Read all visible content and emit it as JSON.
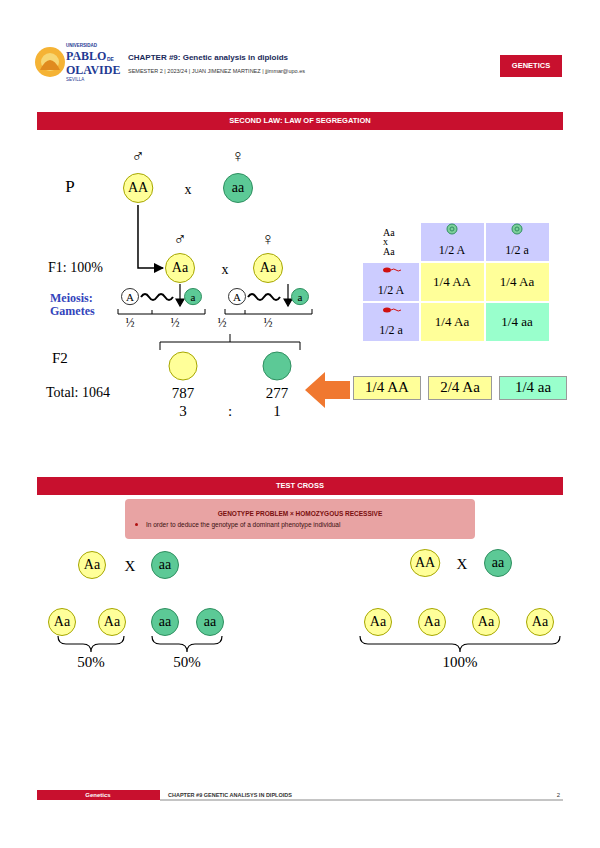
{
  "diagram": {
    "nodes": [
      {
        "text": [
          "GENETICS"
        ]
      },
      {
        "text": [
          "SECOND LAW: LAW OF SEGREGATION"
        ]
      },
      {
        "text": [
          "AA"
        ]
      },
      {
        "text": [
          "aa"
        ]
      },
      {
        "text": [
          "Aa"
        ]
      },
      {
        "text": [
          "Aa"
        ]
      },
      {
        "text": [
          "A"
        ]
      },
      {
        "text": [
          "a"
        ]
      },
      {
        "text": [
          "A"
        ]
      },
      {
        "text": [
          "a"
        ]
      },
      {
        "text": [
          "Aa x Aa"
        ]
      },
      {
        "text": [
          "1/2 A"
        ]
      },
      {
        "text": [
          "1/2 a"
        ]
      },
      {
        "text": [
          "1/2 A"
        ]
      },
      {
        "text": [
          "1/4 AA"
        ]
      },
      {
        "text": [
          "1/4 Aa"
        ]
      },
      {
        "text": [
          "1/2 a"
        ]
      },
      {
        "text": [
          "1/4 Aa"
        ]
      },
      {
        "text": [
          "1/4 aa"
        ]
      },
      {
        "text": [
          "1/4 AA"
        ]
      },
      {
        "text": [
          "2/4 Aa"
        ]
      },
      {
        "text": [
          "1/4 aa"
        ]
      },
      {
        "text": [
          "TEST CROSS"
        ]
      },
      {
        "text": [
          "GENOTYPE PROBLEM × HOMOZYGOUS RECESSIVE",
          "In order to deduce the genotype of a dominant phenotype individual"
        ]
      },
      {
        "text": [
          "Aa"
        ]
      },
      {
        "text": [
          "aa"
        ]
      },
      {
        "text": [
          "Aa"
        ]
      },
      {
        "text": [
          "Aa"
        ]
      },
      {
        "text": [
          "aa"
        ]
      },
      {
        "text": [
          "aa"
        ]
      },
      {
        "text": [
          "AA"
        ]
      },
      {
        "text": [
          "aa"
        ]
      },
      {
        "text": [
          "Aa"
        ]
      },
      {
        "text": [
          "Aa"
        ]
      },
      {
        "text": [
          "Aa"
        ]
      },
      {
        "text": [
          "Aa"
        ]
      },
      {
        "text": [
          "Genetics"
        ]
      }
    ],
    "edges": [
      {
        "from": 2,
        "to": 4,
        "arrow": "to"
      }
    ],
    "labels": [
      "UNIVERSIDAD",
      "PABLO",
      "DE",
      "OLAVIDE",
      "SEVILLA",
      "CHAPTER #9: Genetic analysis in diploids",
      "SEMESTER 2 | 2023/24 | JUAN JIMENEZ MARTINEZ | jjimmar@upo.es",
      "P",
      "♂",
      "♀",
      "x",
      "F1: 100%",
      "♂",
      "x",
      "♀",
      "Meiosis: Gametes",
      "½",
      "½",
      "½",
      "½",
      "F2",
      "Total: 1064",
      "787",
      "277",
      "3",
      ":",
      "1",
      "X",
      "50%",
      "50%",
      "X",
      "100%",
      "CHAPTER #9 GENETIC ANALISYS IN DIPLOIDS",
      "2"
    ]
  }
}
